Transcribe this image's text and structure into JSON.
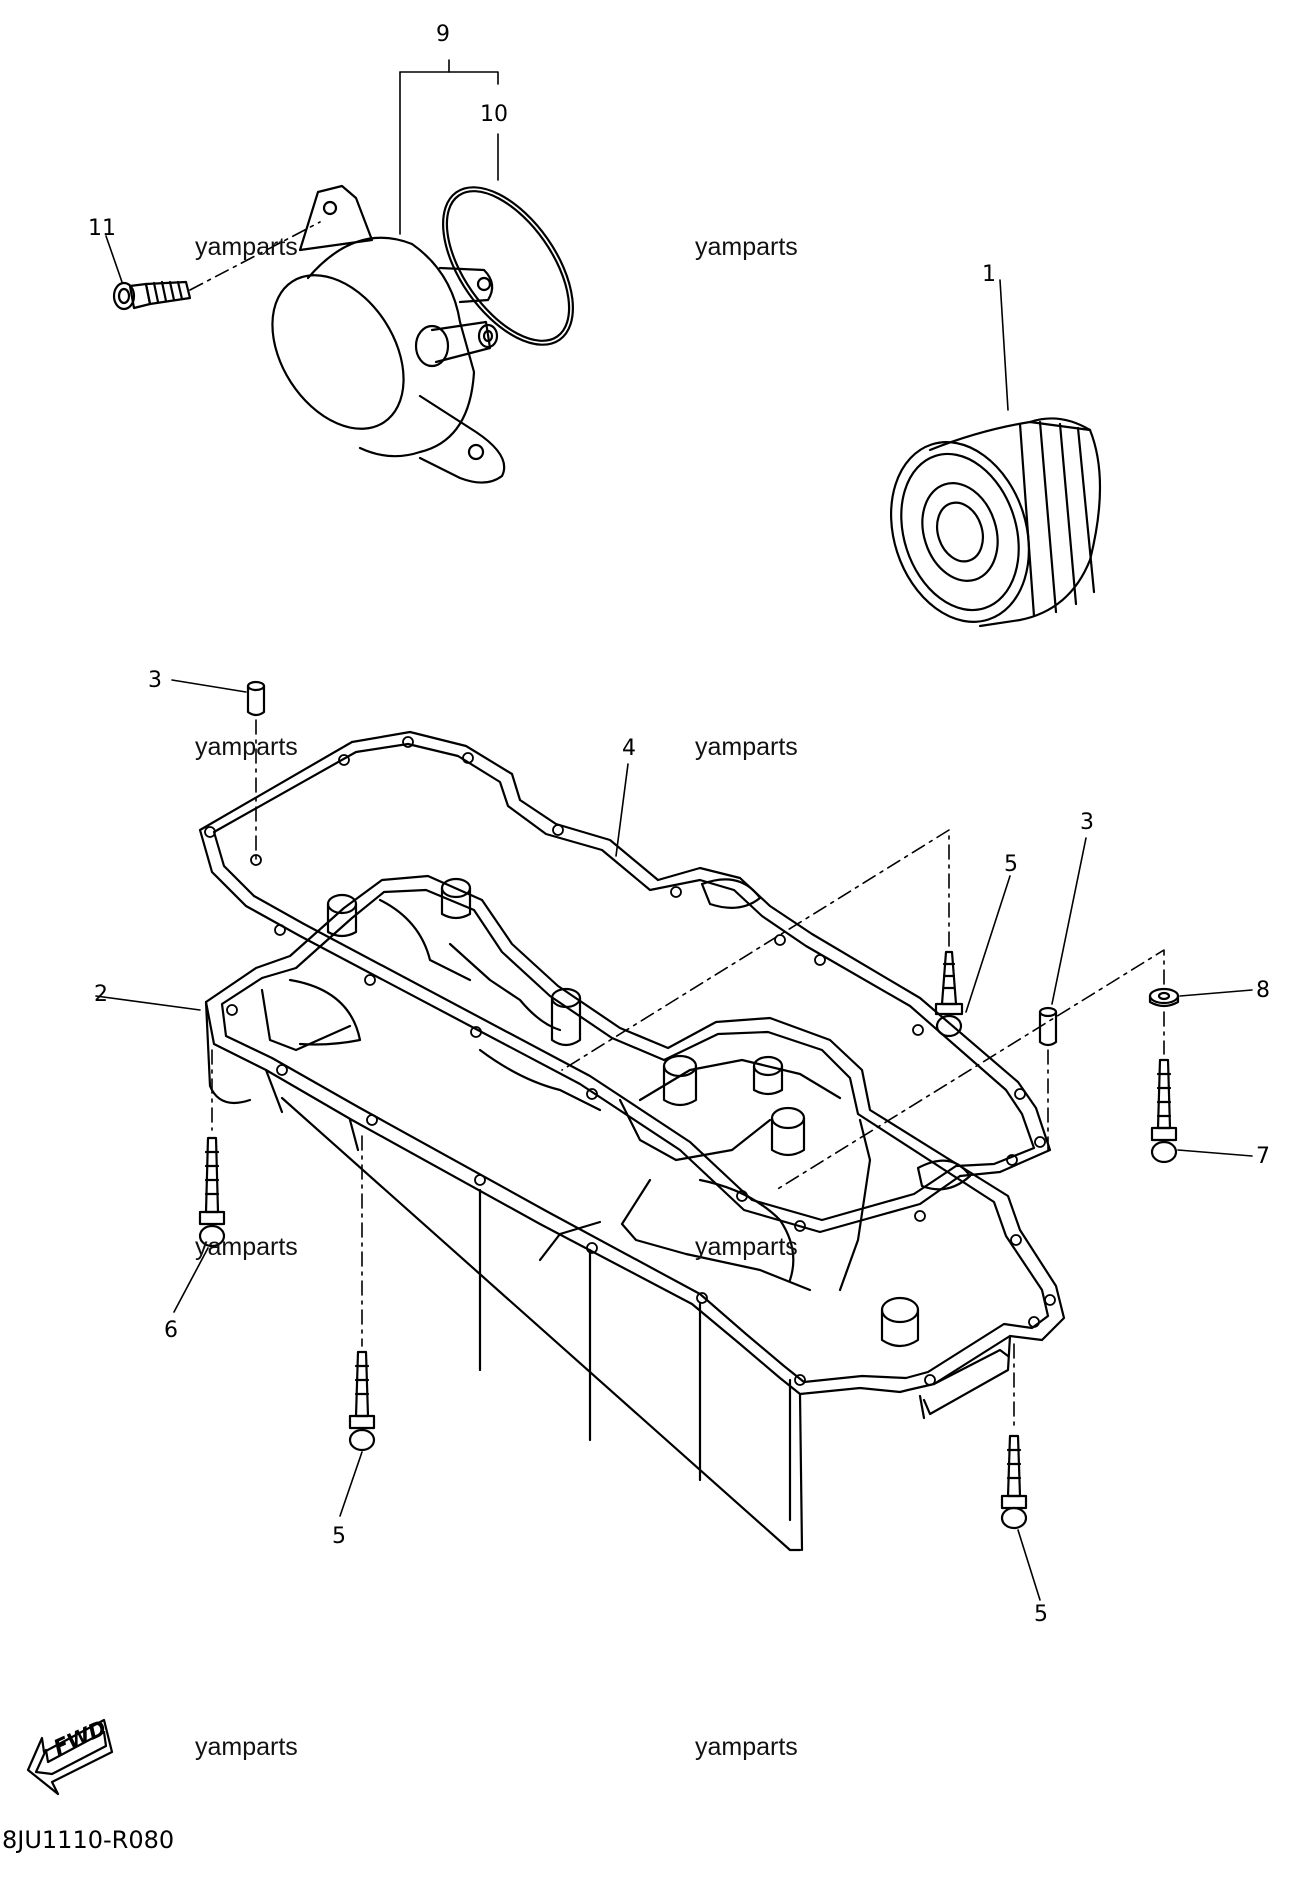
{
  "callouts": {
    "c1": "1",
    "c2": "2",
    "c3a": "3",
    "c3b": "3",
    "c4": "4",
    "c5a": "5",
    "c5b": "5",
    "c5c": "5",
    "c6": "6",
    "c7": "7",
    "c8": "8",
    "c9": "9",
    "c10": "10",
    "c11": "11"
  },
  "watermark": "yamparts",
  "fwd_label": "FWD",
  "diagram_code": "8JU1110-R080"
}
